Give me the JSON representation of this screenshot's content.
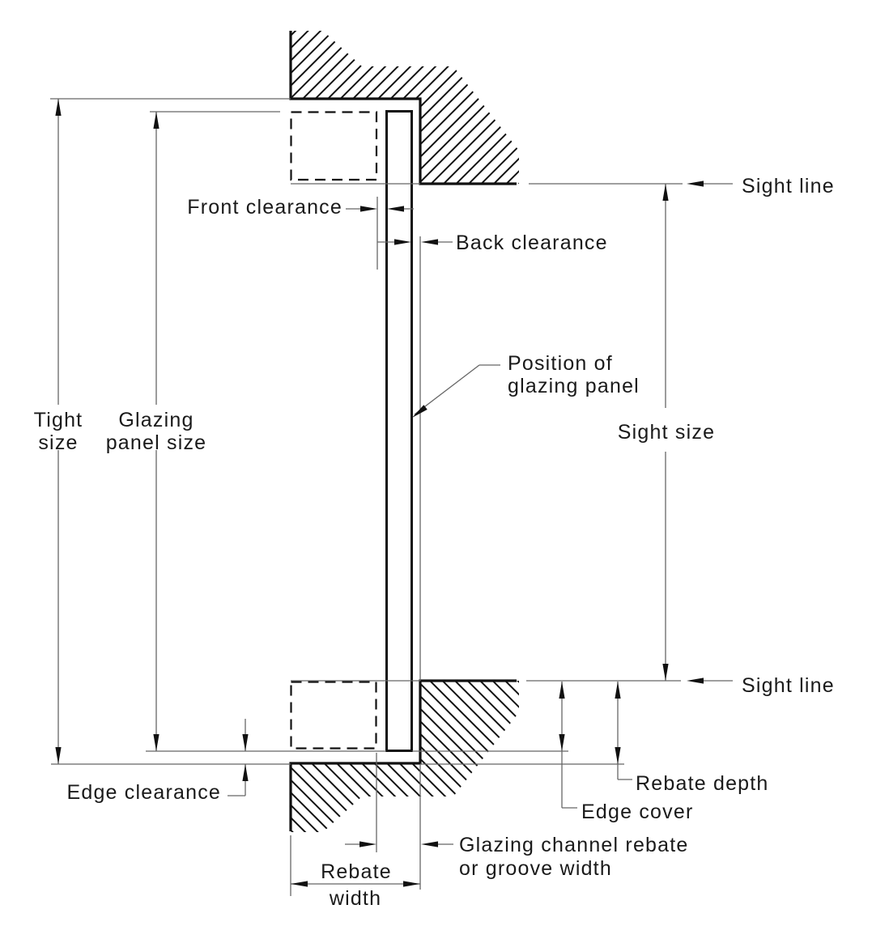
{
  "diagram": {
    "type": "technical-cross-section",
    "subject": "glazing panel in frame rebate, vertical section with dimension terminology"
  },
  "labels": {
    "tight_size": [
      "Tight",
      "size"
    ],
    "glazing_panel_size": [
      "Glazing",
      "panel size"
    ],
    "sight_size": "Sight size",
    "sight_line_top": "Sight line",
    "sight_line_bottom": "Sight line",
    "front_clearance": "Front clearance",
    "back_clearance": "Back clearance",
    "position_of_glazing_panel": [
      "Position of",
      "glazing panel"
    ],
    "edge_clearance": "Edge clearance",
    "rebate_depth": "Rebate depth",
    "edge_cover": "Edge cover",
    "glazing_channel": [
      "Glazing channel rebate",
      "or groove width"
    ],
    "rebate_width": [
      "Rebate",
      "width"
    ]
  },
  "colors": {
    "background": "#ffffff",
    "outline": "#111111",
    "dimension_line": "#666666",
    "text": "#1a1a1a"
  }
}
